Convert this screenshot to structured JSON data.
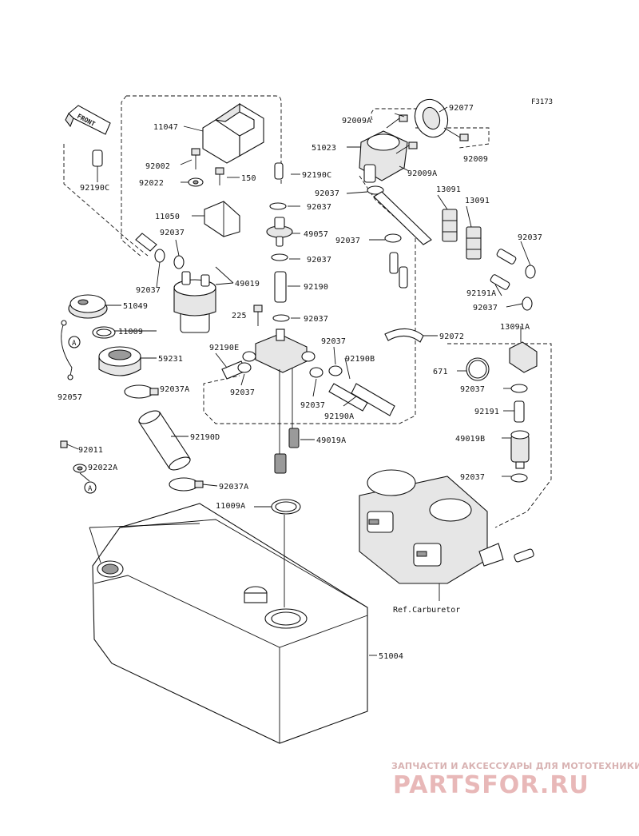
{
  "diagram": {
    "code": "F3173",
    "front_label": "FRONT",
    "ref_label": "Ref.Carburetor",
    "circle_marker": "A",
    "labels": {
      "p92077": "92077",
      "p92009A_top": "92009A",
      "p51023": "51023",
      "p92009": "92009",
      "p92009A_mid": "92009A",
      "p11047": "11047",
      "p92190C_right": "92190C",
      "p92002": "92002",
      "p150": "150",
      "p92022": "92022",
      "p92190C_left": "92190C",
      "p92037_hose": "92037",
      "p13091_a": "13091",
      "p13091_b": "13091",
      "p11050": "11050",
      "p92037_mid1": "92037",
      "p92037_left": "92037",
      "p49057": "49057",
      "p92037_right1": "92037",
      "p92037_far": "92037",
      "p92037_mid2": "92037",
      "p92037_left2": "92037",
      "p49019": "49019",
      "p92190": "92190",
      "p92191A": "92191A",
      "p51049": "51049",
      "p92037_right2": "92037",
      "p225": "225",
      "p92037_mid3": "92037",
      "p11009": "11009",
      "p92072": "92072",
      "p13091A": "13091A",
      "p92190E": "92190E",
      "p92037_valve": "92037",
      "p59231": "59231",
      "p92190B": "92190B",
      "p671": "671",
      "p92037_valve2": "92037",
      "p92037_right3": "92037",
      "p92057": "92057",
      "p92037A_top": "92037A",
      "p92037_low": "92037",
      "p92190A": "92190A",
      "p92191": "92191",
      "p92190D": "92190D",
      "p49019A": "49019A",
      "p49019B": "49019B",
      "p92011": "92011",
      "p92022A": "92022A",
      "p92037_right4": "92037",
      "p92037A_low": "92037A",
      "p11009A": "11009A",
      "p51004": "51004"
    }
  },
  "watermark": {
    "subtitle": "ЗАПЧАСТИ И АКСЕССУАРЫ ДЛЯ МОТОТЕХНИКИ",
    "title": "PARTSFOR.RU"
  },
  "colors": {
    "ink": "#111111",
    "watermark": "#e8b8b8"
  }
}
